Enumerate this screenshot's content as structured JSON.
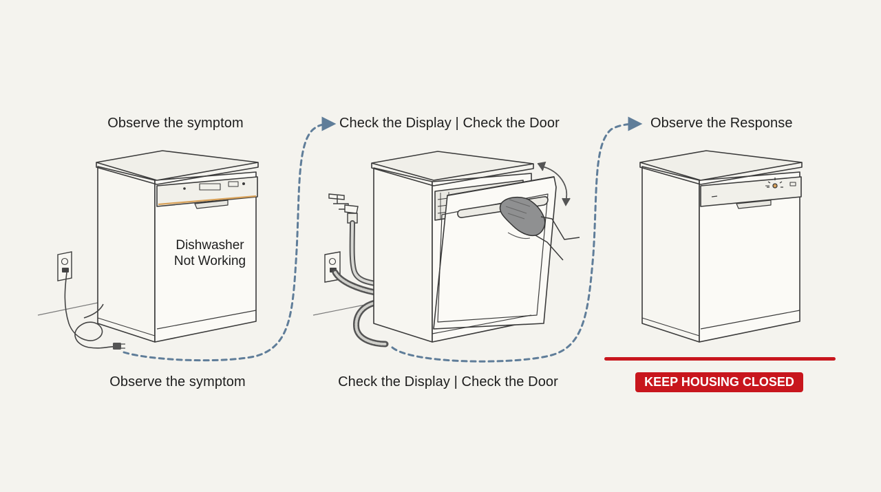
{
  "steps": [
    {
      "top_label": "Observe the symptom",
      "bottom_label": "Observe the symptom",
      "door_text": [
        "Dishwasher",
        "Not Working"
      ]
    },
    {
      "top_label": "Check the Display | Check the Door",
      "bottom_label": "Check the Display | Check the Door"
    },
    {
      "top_label": "Observe the Response",
      "warning": "KEEP HOUSING CLOSED"
    }
  ],
  "colors": {
    "background": "#f4f3ee",
    "line_art": "#3a3a3a",
    "connector": "#5f7d99",
    "accent_strip": "#d9a25a",
    "warning": "#c8161d"
  },
  "icons": [
    "power-outlet-icon",
    "water-tap-icon",
    "rotation-arrow-icon",
    "gloved-hand-icon",
    "indicator-light-icon"
  ]
}
